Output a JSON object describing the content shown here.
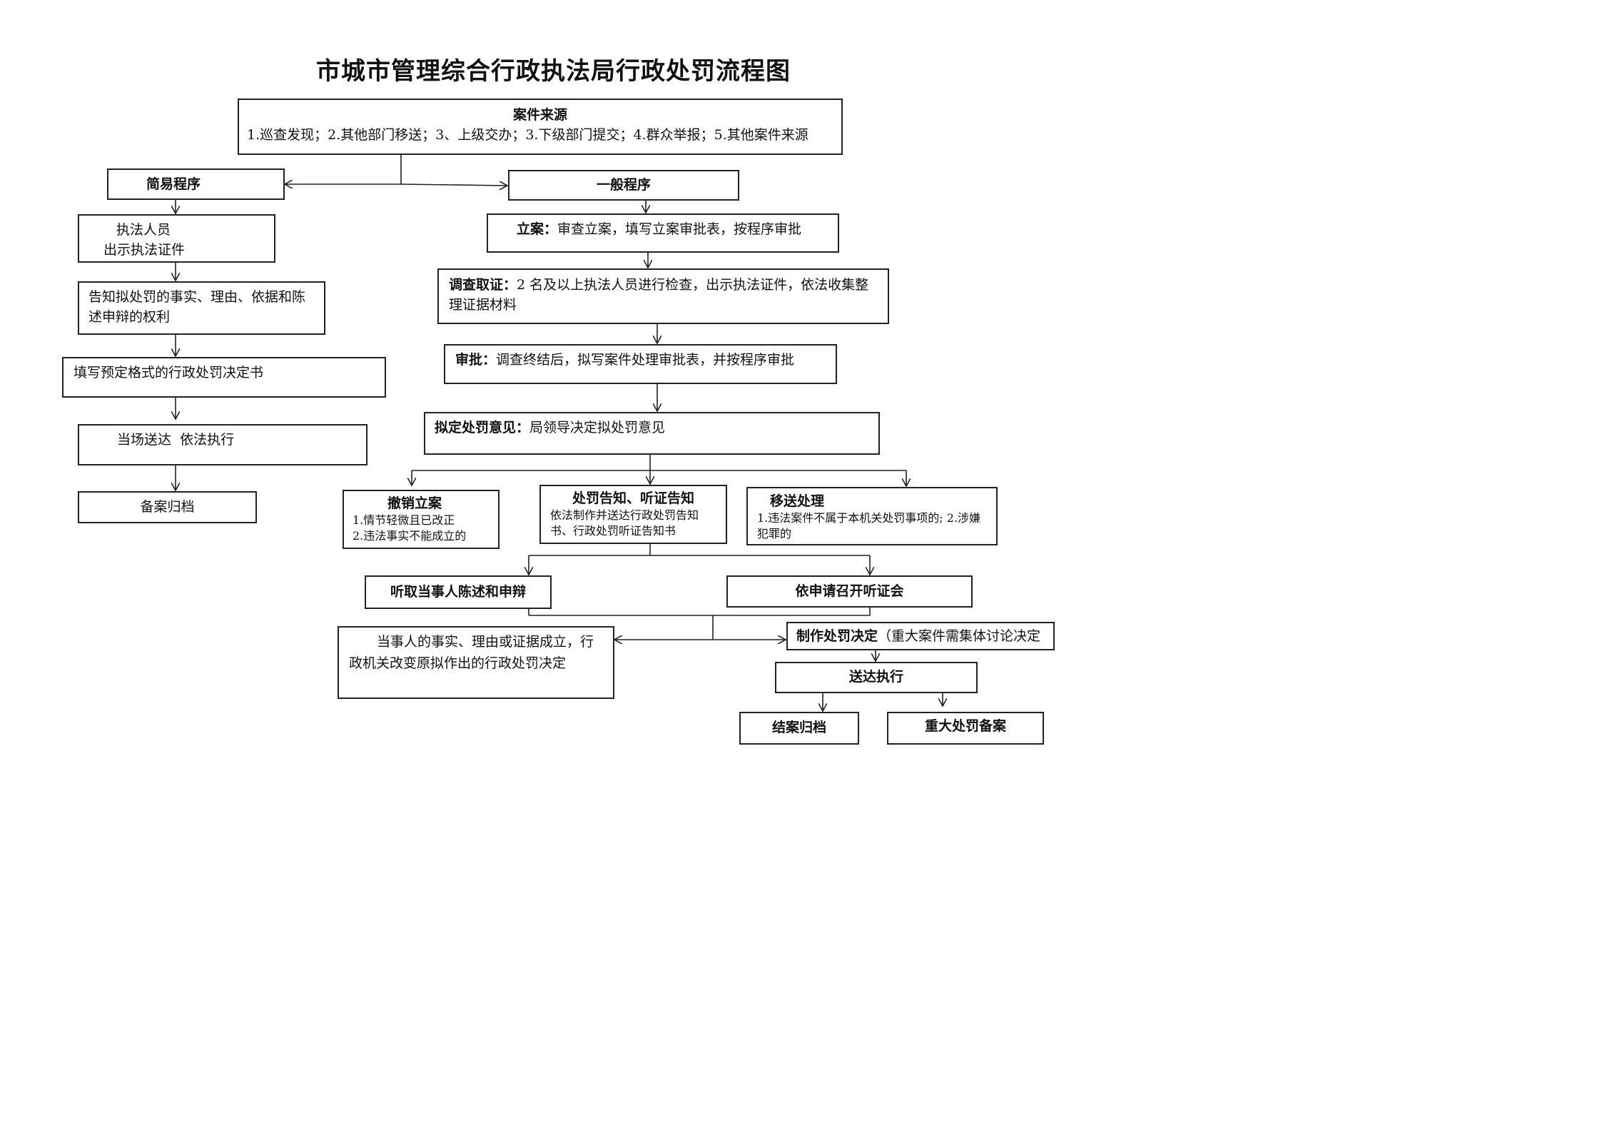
{
  "title": "市城市管理综合行政执法局行政处罚流程图",
  "source": {
    "heading": "案件来源",
    "text": "1.巡查发现；2.其他部门移送；3、上级交办；3.下级部门提交；4.群众举报；5.其他案件来源"
  },
  "simple": {
    "heading": "简易程序",
    "step1": [
      "执法人员",
      "出示执法证件"
    ],
    "step2": [
      "告知拟处罚的事实、理由、依据和陈",
      "述申辩的权利"
    ],
    "step3": "填写预定格式的行政处罚决定书",
    "step4": "当场送达  依法执行",
    "step5": "备案归档"
  },
  "general": {
    "heading": "一般程序",
    "filing": {
      "label": "立案：",
      "text": "审查立案，填写立案审批表，按程序审批"
    },
    "investigation": {
      "label": "调查取证：",
      "text": "2 名及以上执法人员进行检查，出示执法证件，依法收集整",
      "text2": "理证据材料"
    },
    "approval": {
      "label": "审批：",
      "text": "调查终结后，拟写案件处理审批表，并按程序审批"
    },
    "opinion": {
      "label": "拟定处罚意见：",
      "text": "局领导决定拟处罚意见"
    }
  },
  "revoke": {
    "heading": "撤销立案",
    "items": [
      "1.情节轻微且已改正",
      "2.违法事实不能成立的"
    ]
  },
  "notice": {
    "heading": "处罚告知、听证告知",
    "lines": [
      "依法制作并送达行政处罚告知",
      "书、行政处罚听证告知书"
    ]
  },
  "transfer": {
    "heading": "移送处理",
    "lines": [
      "1.违法案件不属于本机关处罚事项的; 2.涉嫌",
      "犯罪的"
    ]
  },
  "statement": "听取当事人陈述和申辩",
  "hearing": "依申请召开听证会",
  "change": {
    "lines": [
      "当事人的事实、理由或证据成立，行",
      "政机关改变原拟作出的行政处罚决定"
    ]
  },
  "decision": {
    "label": "制作处罚决定",
    "text": "（重大案件需集体讨论决定"
  },
  "deliver": "送达执行",
  "close": "结案归档",
  "major": "重大处罚备案"
}
